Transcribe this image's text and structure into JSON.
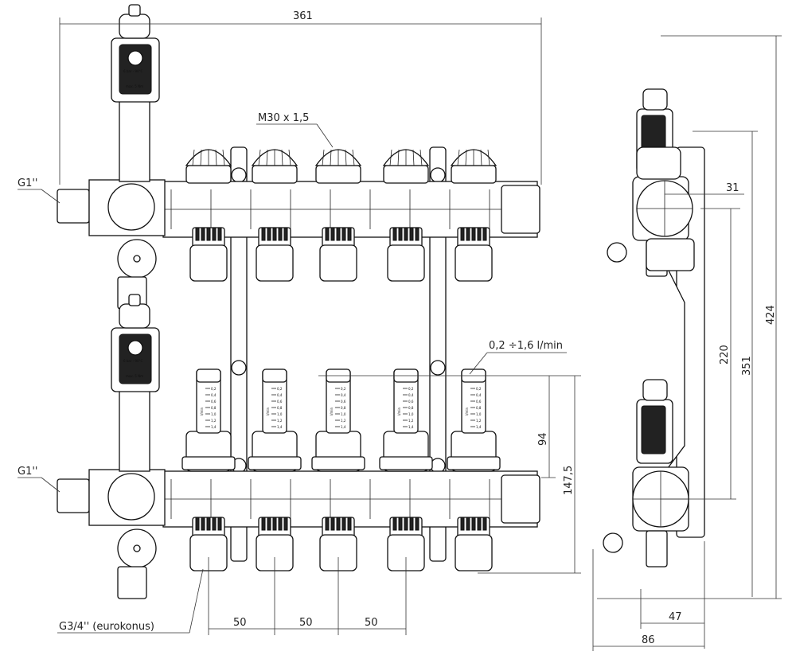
{
  "dimensions": {
    "overall_width": "361",
    "thread": "M30 x 1,5",
    "inlet_top": "G1''",
    "inlet_bottom": "G1''",
    "flow_range": "0,2 ÷1,6 l/min",
    "height_flowmeter": "94",
    "height_lower": "147,5",
    "outlet_spacing": [
      "50",
      "50",
      "50"
    ],
    "outlet_thread": "G3/4'' (eurokonus)",
    "side_offset": "31",
    "bar_spacing": "220",
    "height_351": "351",
    "height_424": "424",
    "depth_47": "47",
    "depth_86": "86"
  },
  "vent_label": {
    "pressure": "6 bar - 90°C",
    "torque": "max. 5 Nm"
  },
  "flowmeter_scale": [
    "0,2",
    "0,4",
    "0,6",
    "0,8",
    "1,0",
    "1,2",
    "1,4"
  ],
  "flowmeter_unit": "l/min",
  "outlet_count": 5
}
